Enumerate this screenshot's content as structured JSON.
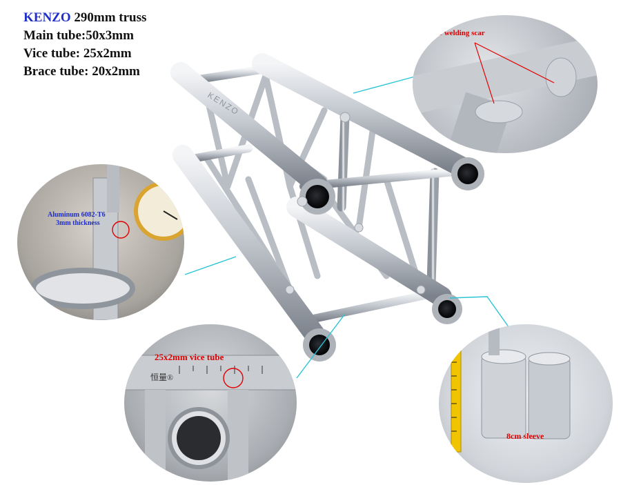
{
  "specs": {
    "brand": "KENZO",
    "title_rest": " 290mm truss",
    "main_tube": "Main tube:50x3mm",
    "vice_tube": "Vice tube: 25x2mm",
    "brace_tube": "Brace tube: 20x2mm"
  },
  "callouts": {
    "welding": "nice welding scar",
    "aluminum": "Aluminum 6082-T6",
    "thickness": "3mm thickness",
    "vice": "25x2mm vice tube",
    "sleeve": "8cm sleeve"
  },
  "truss_marking": "KENZO",
  "caliper_brand": "恒量®",
  "colors": {
    "brand": "#1f2ec8",
    "callout_red": "#e00000",
    "leader_cyan": "#29c4d6"
  }
}
